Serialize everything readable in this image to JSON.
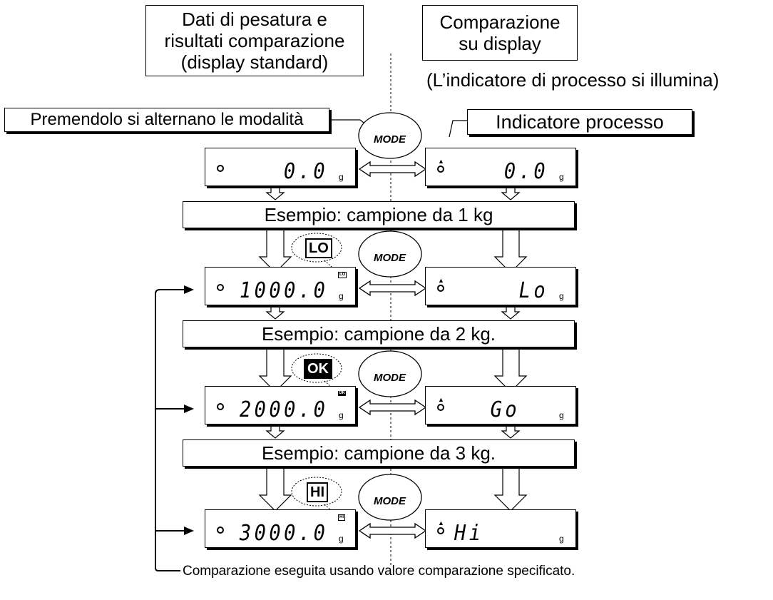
{
  "header_left": [
    "Dati di pesatura e",
    "risultati comparazione",
    "(display standard)"
  ],
  "header_right": [
    "Comparazione",
    "su display"
  ],
  "subtitle_right": "(L’indicatore di processo si illumina)",
  "mode_callout": "Premendolo si alternano le modalità",
  "process_callout": "Indicatore processo",
  "mode_label": "MODE",
  "unit": "g",
  "displays": [
    {
      "left_value": "0.0",
      "right_value": "0.0",
      "tag": ""
    },
    {
      "left_value": "1000.0",
      "right_value": "Lo",
      "tag": "LO"
    },
    {
      "left_value": "2000.0",
      "right_value": "Go",
      "tag": "OK"
    },
    {
      "left_value": "3000.0",
      "right_value": "Hi",
      "tag": "HI"
    }
  ],
  "banners": [
    "Esempio: campione da 1 kg",
    "Esempio: campione da 2 kg.",
    "Esempio: campione da 3 kg."
  ],
  "footer_note": "Comparazione eseguita usando valore comparazione specificato."
}
